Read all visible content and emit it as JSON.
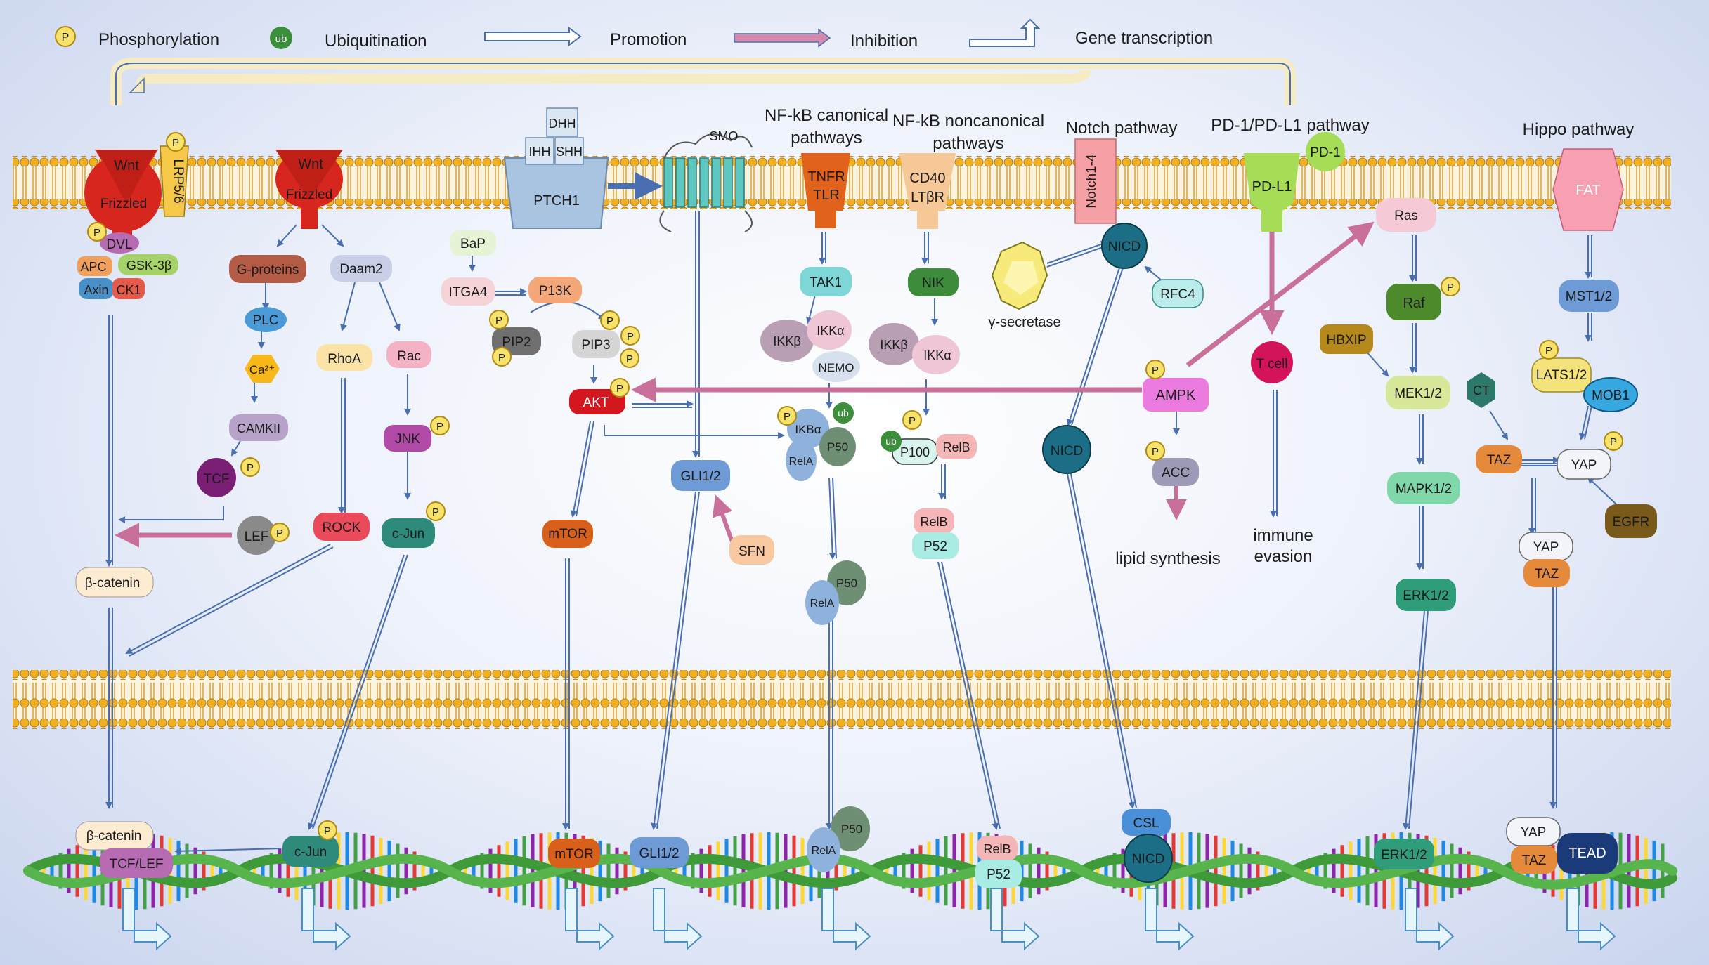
{
  "legend": {
    "phosphorylation": {
      "symbol": "P",
      "label": "Phosphorylation"
    },
    "ubiquitination": {
      "symbol": "ub",
      "label": "Ubiquitination"
    },
    "promotion": "Promotion",
    "inhibition": "Inhibition",
    "gene_transcription": "Gene transcription"
  },
  "pathways": {
    "nfkb_canonical": [
      "NF-kB canonical",
      "pathways"
    ],
    "nfkb_noncanonical": [
      "NF-kB noncanonical",
      "pathways"
    ],
    "notch": "Notch pathway",
    "pdl1": "PD-1/PD-L1 pathway",
    "hippo": "Hippo pathway"
  },
  "wnt": {
    "wnt1": "Wnt",
    "frizzled1": "Frizzled",
    "lrp": "LRP5/6",
    "dvl": "DVL",
    "apc": "APC",
    "gsk": "GSK-3β",
    "axin": "Axin",
    "ck1": "CK1",
    "wnt2": "Wnt",
    "frizzled2": "Frizzled",
    "gproteins": "G-proteins",
    "plc": "PLC",
    "ca": "Ca²⁺",
    "camkii": "CAMKII",
    "tcf": "TCF",
    "lef": "LEF",
    "beta_catenin": "β-catenin",
    "daam2": "Daam2",
    "rhoa": "RhoA",
    "rac": "Rac",
    "rock": "ROCK",
    "jnk": "JNK",
    "cjun": "c-Jun"
  },
  "hedgehog": {
    "dhh": "DHH",
    "ihh": "IHH",
    "shh": "SHH",
    "ptch1": "PTCH1",
    "smo": "SMO",
    "gli": "GLI1/2",
    "sfn": "SFN"
  },
  "pi3k": {
    "bap": "BaP",
    "itga4": "ITGA4",
    "p13k": "P13K",
    "pip2": "PIP2",
    "pip3": "PIP3",
    "akt": "AKT",
    "mtor": "mTOR"
  },
  "nfkb": {
    "tnfr": "TNFR",
    "tlr": "TLR",
    "tak1": "TAK1",
    "ikkb": "IKKβ",
    "ikka": "IKKα",
    "nemo": "NEMO",
    "ikba": "IKBα",
    "p50": "P50",
    "rela": "RelA",
    "cd40": "CD40",
    "ltbr": "LTβR",
    "nik": "NIK",
    "ikkb2": "IKKβ",
    "ikka2": "IKKα",
    "p100": "P100",
    "relb": "RelB",
    "p52": "P52"
  },
  "notch": {
    "receptor": "Notch1-4",
    "nicd": "NICD",
    "gamma": "γ-secretase",
    "rfc4": "RFC4",
    "csl": "CSL"
  },
  "pdl1": {
    "pdl1": "PD-L1",
    "pd1": "PD-1",
    "tcell": "T cell",
    "immune": "immune",
    "evasion": "evasion"
  },
  "ampk": {
    "ampk": "AMPK",
    "acc": "ACC",
    "lipid": "lipid synthesis"
  },
  "mapk": {
    "ras": "Ras",
    "raf": "Raf",
    "hbxip": "HBXIP",
    "mek": "MEK1/2",
    "mapk": "MAPK1/2",
    "erk": "ERK1/2"
  },
  "hippo": {
    "fat": "FAT",
    "mst": "MST1/2",
    "lats": "LATS1/2",
    "mob1": "MOB1",
    "ct": "CT",
    "taz": "TAZ",
    "yap": "YAP",
    "egfr": "EGFR",
    "tead": "TEAD"
  },
  "colors": {
    "arrow_promotion": "#4a6fb0",
    "arrow_inhibition": "#c9709a",
    "membrane_head": "#e9a21c",
    "wnt_red": "#d7261e",
    "dna_green": "#3f9b3a",
    "background": "#dfe6f6"
  }
}
